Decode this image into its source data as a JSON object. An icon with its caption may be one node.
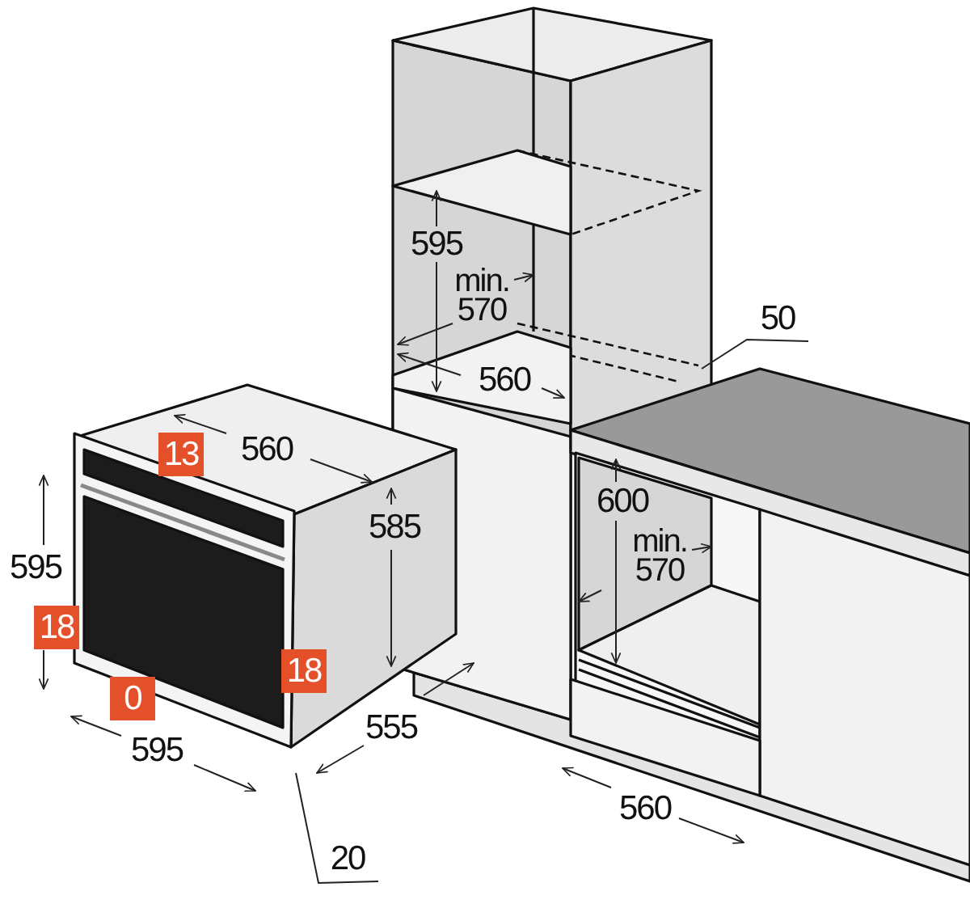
{
  "diagram": {
    "nodes": [
      {
        "text": [
          "50"
        ]
      },
      {
        "text": [
          "13"
        ]
      },
      {
        "text": [
          "18"
        ]
      },
      {
        "text": [
          "18"
        ]
      },
      {
        "text": [
          "0"
        ]
      },
      {
        "text": [
          "20"
        ]
      }
    ],
    "edges": [
      {
        "from": 0,
        "to": null,
        "arrow": "none"
      },
      {
        "from": 5,
        "to": null,
        "arrow": "none"
      }
    ],
    "labels": [
      "595",
      "min. 570",
      "560",
      "560",
      "600",
      "585",
      "min. 570",
      "595",
      "555",
      "595",
      "560"
    ]
  }
}
